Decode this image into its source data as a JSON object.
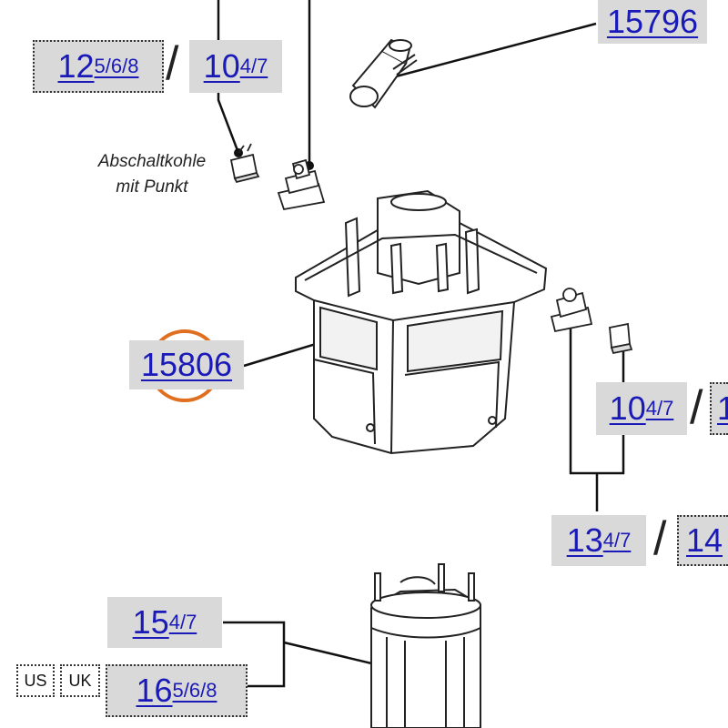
{
  "labels": {
    "part_15796": {
      "main": "15796"
    },
    "part_12": {
      "main": "12",
      "sup": "5/6/8"
    },
    "part_10_top": {
      "main": "10",
      "sup": "4/7"
    },
    "part_15806": {
      "main": "15806"
    },
    "part_10_right": {
      "main": "10",
      "sup": "4/7"
    },
    "part_10_right_cut": {
      "main": "1"
    },
    "part_13": {
      "main": "13",
      "sup": "4/7"
    },
    "part_14_cut": {
      "main": "14"
    },
    "part_15": {
      "main": "15",
      "sup": "4/7"
    },
    "part_16": {
      "main": "16",
      "sup": "5/6/8"
    }
  },
  "note": {
    "line1": "Abschaltkohle",
    "line2": "mit Punkt"
  },
  "country_tags": [
    "US",
    "UK"
  ],
  "colors": {
    "link": "#1a1ab8",
    "label_bg": "#d9d9d9",
    "highlight_circle": "#e07020",
    "line": "#111111"
  }
}
